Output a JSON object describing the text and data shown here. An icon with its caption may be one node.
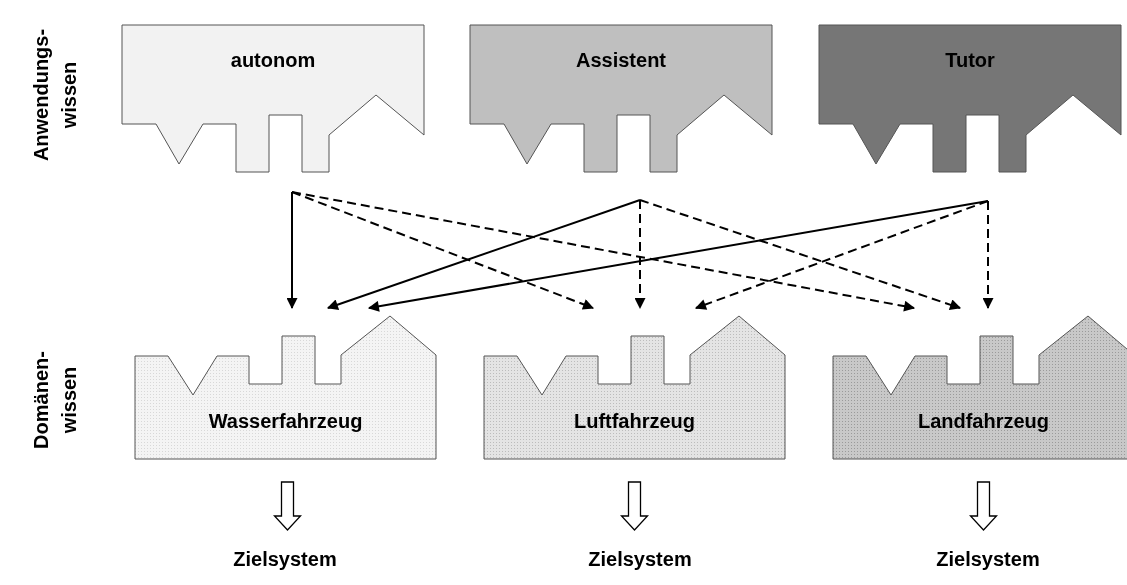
{
  "diagram": {
    "nodes": [
      {
        "text": [
          "autonom"
        ]
      },
      {
        "text": [
          "Assistent"
        ]
      },
      {
        "text": [
          "Tutor"
        ]
      },
      {
        "text": [
          "Wasserfahrzeug"
        ]
      },
      {
        "text": [
          "Luftfahrzeug"
        ]
      },
      {
        "text": [
          "Landfahrzeug"
        ]
      },
      {
        "text": [
          "Zielsystem"
        ]
      },
      {
        "text": [
          "Zielsystem"
        ]
      },
      {
        "text": [
          "Zielsystem"
        ]
      }
    ],
    "edges": [
      {
        "from": 0,
        "to": 3,
        "arrow": "to"
      },
      {
        "from": 0,
        "to": 4,
        "arrow": "to",
        "style": "dashed"
      },
      {
        "from": 0,
        "to": 5,
        "arrow": "to",
        "style": "dashed"
      },
      {
        "from": 1,
        "to": 3,
        "arrow": "to"
      },
      {
        "from": 1,
        "to": 4,
        "arrow": "to",
        "style": "dashed"
      },
      {
        "from": 1,
        "to": 5,
        "arrow": "to",
        "style": "dashed"
      },
      {
        "from": 2,
        "to": 3,
        "arrow": "to"
      },
      {
        "from": 2,
        "to": 4,
        "arrow": "to",
        "style": "dashed"
      },
      {
        "from": 2,
        "to": 5,
        "arrow": "to",
        "style": "dashed"
      },
      {
        "from": 3,
        "to": 6,
        "arrow": "to"
      },
      {
        "from": 4,
        "to": 7,
        "arrow": "to"
      },
      {
        "from": 5,
        "to": 8,
        "arrow": "to"
      }
    ],
    "labels": [
      "Anwendungs- wissen",
      "Domänen- wissen"
    ]
  }
}
